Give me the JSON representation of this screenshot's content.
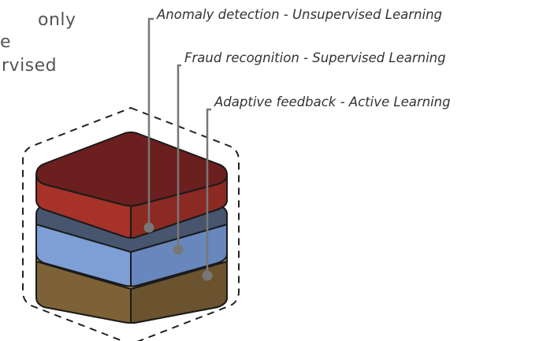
{
  "partial_text": {
    "line1": "only",
    "line2": "e",
    "line3": "rvised"
  },
  "callouts": [
    {
      "label": "Anomaly detection - Unsupervised Learning"
    },
    {
      "label": "Fraud recognition - Supervised Learning"
    },
    {
      "label": "Adaptive feedback - Active Learning"
    }
  ],
  "layers": [
    {
      "name": "top",
      "top_color": "#6b1f1f",
      "front_color": "#a63228",
      "side_color": "#8a2a22"
    },
    {
      "name": "middle",
      "band_color": "#48556e",
      "top_color": "#7d9fd6",
      "front_color": "#7d9fd6",
      "side_color": "#6887bd"
    },
    {
      "name": "bottom",
      "band_color": "#c0975a",
      "top_color": "#7d6237",
      "front_color": "#7d6237",
      "side_color": "#6a532e"
    }
  ],
  "colors": {
    "outline": "#1a1a1a",
    "leader": "#777777",
    "dot": "#777777",
    "dashed_hex": "#222222"
  }
}
